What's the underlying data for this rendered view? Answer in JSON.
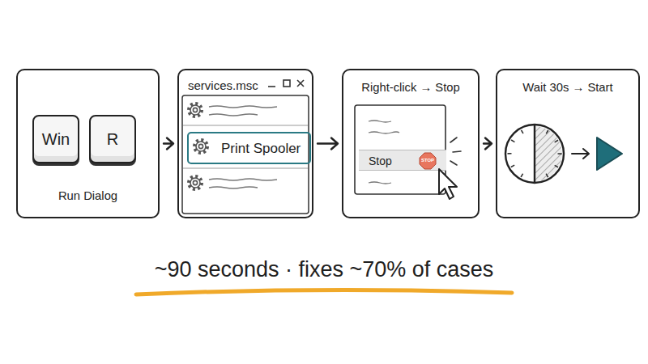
{
  "diagram": {
    "caption": "~90 seconds · fixes ~70% of cases",
    "nodes": [
      {
        "text": [
          "Run Dialog"
        ]
      },
      {
        "text": [
          "Win"
        ],
        "in": 0
      },
      {
        "text": [
          "R"
        ],
        "in": 0
      },
      {
        "text": [
          "services.msc"
        ]
      },
      {
        "text": [
          "Print Spooler"
        ],
        "in": 3
      },
      {
        "text": [
          "Right-click → Stop"
        ]
      },
      {
        "text": [
          "Stop"
        ],
        "in": 5
      },
      {
        "text": [
          "STOP"
        ],
        "in": 6
      },
      {
        "text": [
          "Wait 30s → Start"
        ]
      }
    ],
    "edges": [
      {
        "from": 0,
        "to": 3,
        "arrow": "to"
      },
      {
        "from": 3,
        "to": 5,
        "arrow": "to"
      },
      {
        "from": 5,
        "to": 8,
        "arrow": "to"
      }
    ]
  }
}
